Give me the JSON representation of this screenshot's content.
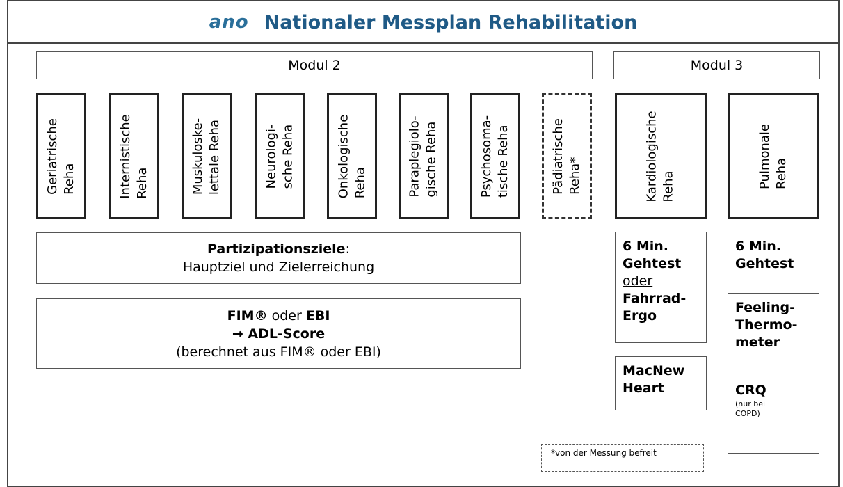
{
  "header": {
    "logo_text": "ano",
    "title": "Nationaler Messplan Rehabilitation",
    "title_color": "#1f5a86"
  },
  "modules": {
    "modul2": "Modul 2",
    "modul3": "Modul 3"
  },
  "reha_types": [
    {
      "label": "Geriatrische\nReha"
    },
    {
      "label": "Internistische\nReha"
    },
    {
      "label": "Muskuloske-\nlettale Reha"
    },
    {
      "label": "Neurologi-\nsche Reha"
    },
    {
      "label": "Onkologische\nReha"
    },
    {
      "label": "Paraplegiolo-\ngische Reha"
    },
    {
      "label": "Psychosoma-\ntische Reha"
    },
    {
      "label": "Pädiatrische\nReha*"
    },
    {
      "label": "Kardiologische\nReha"
    },
    {
      "label": "Pulmonale\nReha"
    }
  ],
  "participation": {
    "bold": "Partizipationsziele",
    "colon": ":",
    "line2": "Hauptziel und Zielerreichung"
  },
  "fim": {
    "fim": "FIM®",
    "oder": "oder",
    "ebi": "EBI",
    "adl": "→ ADL-Score",
    "note": "(berechnet aus FIM® oder EBI)"
  },
  "kardio_tests": {
    "gehtest": "6 Min.\nGehtest",
    "oder": "oder",
    "fahrrad": "Fahrrad-\nErgo",
    "macnew": "MacNew\nHeart"
  },
  "pulmo_tests": {
    "gehtest": "6 Min.\nGehtest",
    "feeling": "Feeling-\nThermo-\nmeter",
    "crq": "CRQ",
    "crq_note": "(nur bei\nCOPD)"
  },
  "footnote": "*von der Messung befreit"
}
